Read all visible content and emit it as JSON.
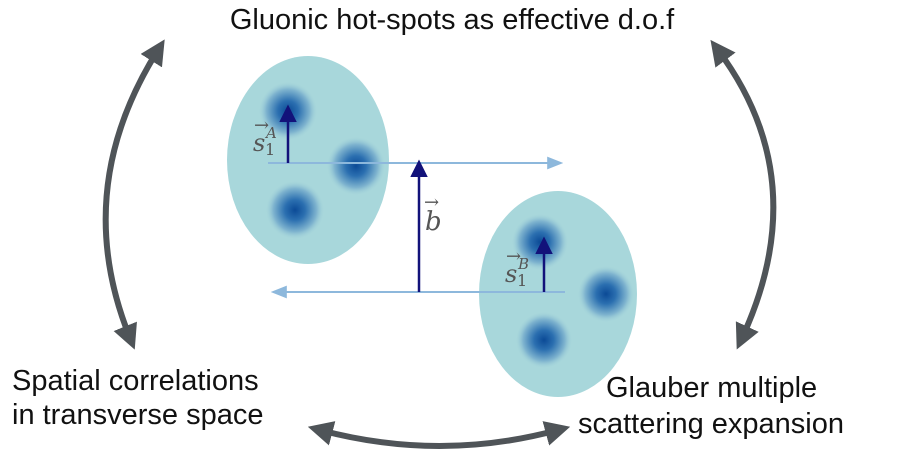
{
  "labels": {
    "top": "Gluonic hot-spots as effective d.o.f",
    "left_line1": "Spatial correlations",
    "left_line2": "in transverse space",
    "right_line1": "Glauber multiple",
    "right_line2": "scattering expansion"
  },
  "math": {
    "impact_parameter": "b",
    "s1A": {
      "base": "s",
      "sub": "1",
      "sup": "A"
    },
    "s1B": {
      "base": "s",
      "sub": "1",
      "sup": "B"
    }
  },
  "colors": {
    "nucleon_fill": "#a8d7db",
    "hotspot_core": "#0f4f9a",
    "hotspot_edge": "#b9dde0",
    "vector_arrow": "#12127a",
    "axis_line": "#8db8dc",
    "cycle_arrow": "#4f5458"
  }
}
